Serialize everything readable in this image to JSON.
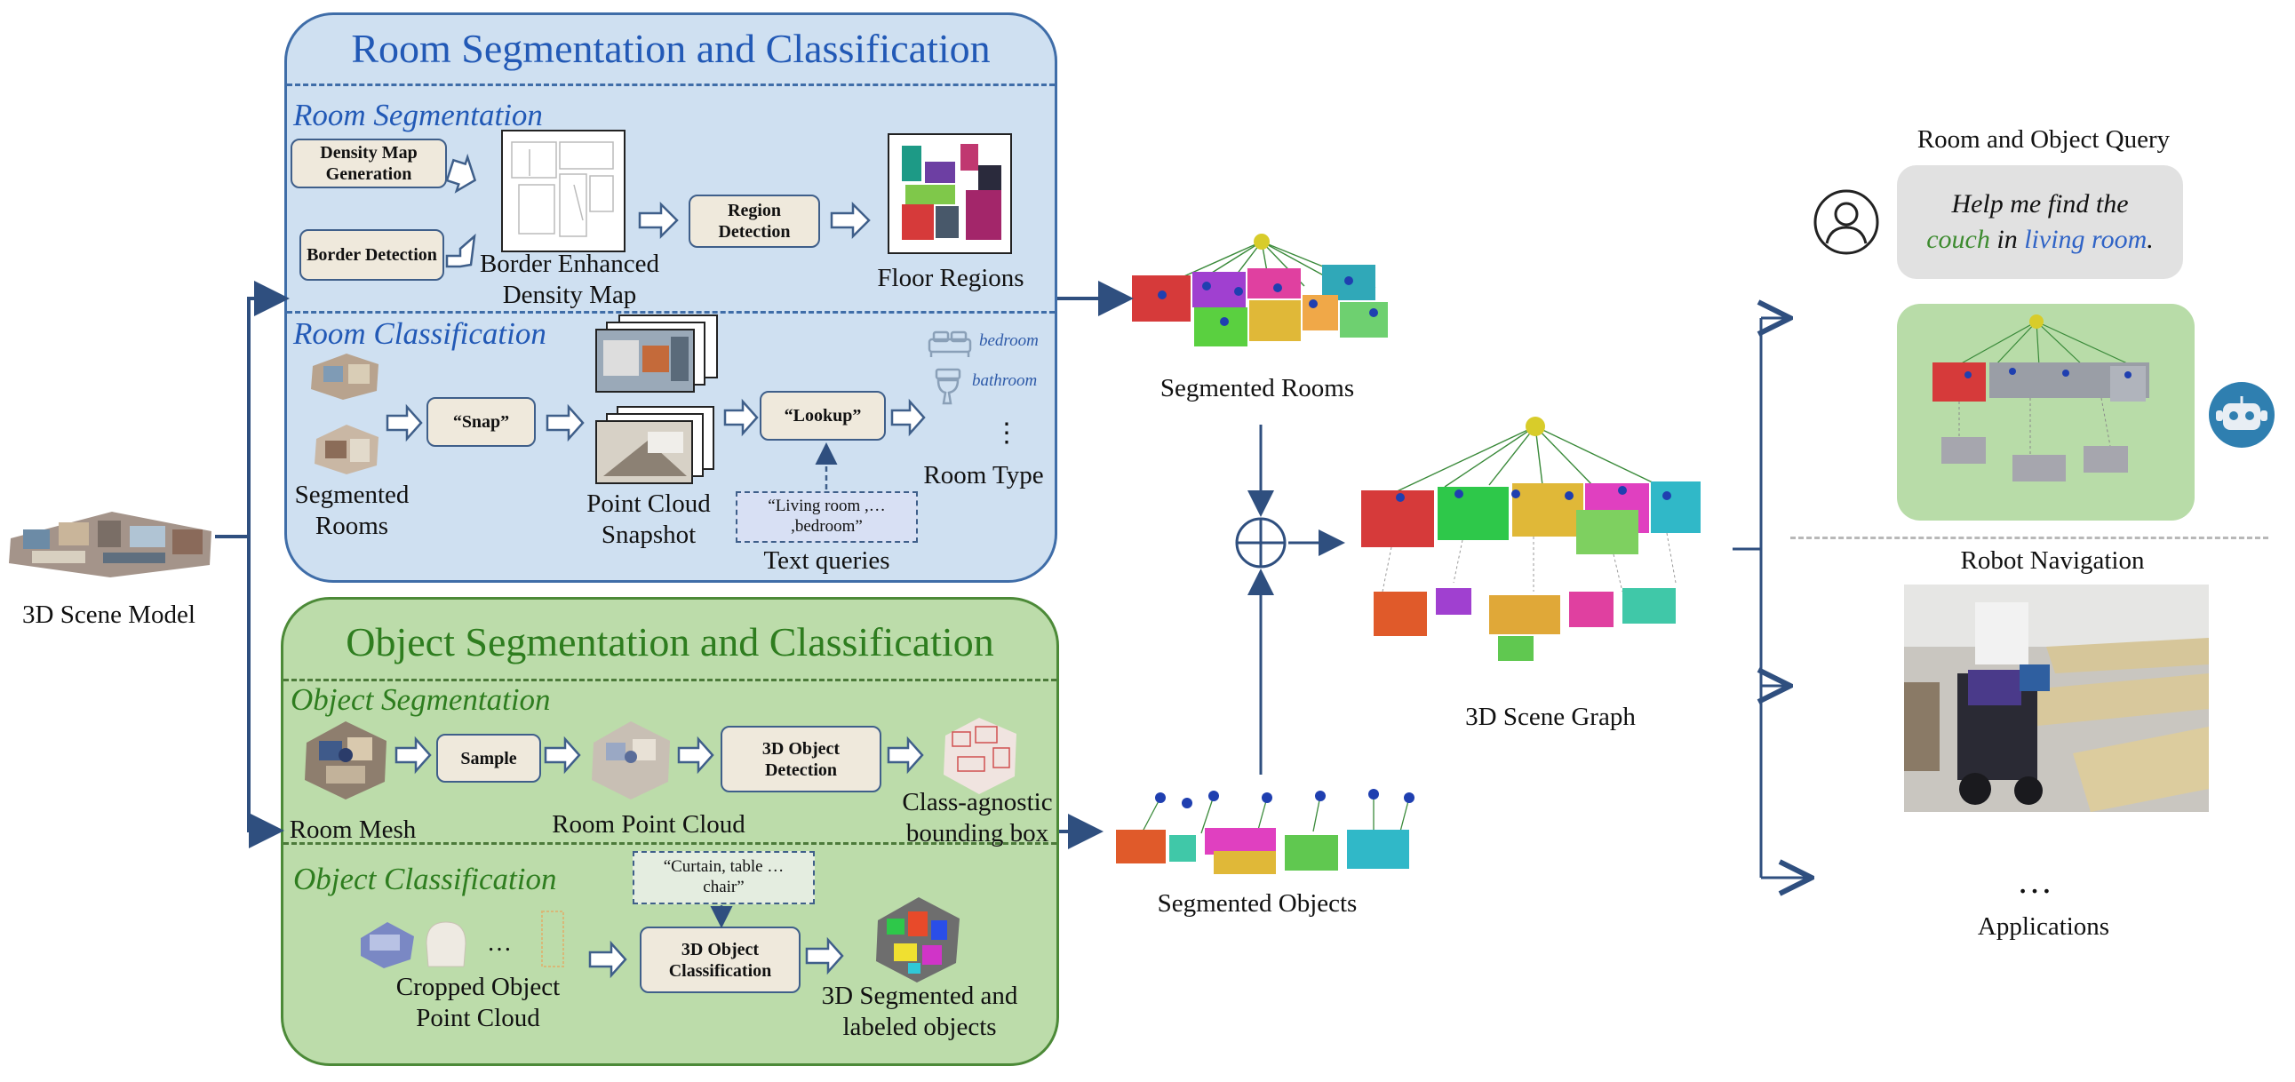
{
  "scene_model_label": "3D Scene Model",
  "room_panel": {
    "title": "Room Segmentation and Classification",
    "segmentation": {
      "title": "Room Segmentation",
      "box_density": "Density Map Generation",
      "box_border": "Border Detection",
      "box_region": "Region Detection",
      "label_border_density": "Border Enhanced\nDensity Map",
      "label_floor_regions": "Floor Regions"
    },
    "classification": {
      "title": "Room Classification",
      "box_snap": "“Snap”",
      "box_lookup": "“Lookup”",
      "label_segmented_rooms": "Segmented\nRooms",
      "label_snapshot": "Point Cloud\nSnapshot",
      "label_text_queries": "Text queries",
      "query_text": "“Living room ,…\n,bedroom”",
      "label_room_type": "Room Type",
      "room_types": [
        "bedroom",
        "bathroom"
      ],
      "ellipsis": "⋮"
    }
  },
  "object_panel": {
    "title": "Object Segmentation and Classification",
    "segmentation": {
      "title": "Object Segmentation",
      "box_sample": "Sample",
      "box_detection": "3D Object Detection",
      "label_room_mesh": "Room Mesh",
      "label_room_pc": "Room Point Cloud",
      "label_bbox": "Class-agnostic\nbounding box"
    },
    "classification": {
      "title": "Object Classification",
      "query_text": "“Curtain, table …\nchair”",
      "box_classification": "3D Object Classification",
      "label_cropped": "Cropped Object\nPoint Cloud",
      "label_labeled": "3D Segmented and\nlabeled objects",
      "ellipsis": "…"
    }
  },
  "middle": {
    "segmented_rooms": "Segmented Rooms",
    "segmented_objects": "Segmented Objects",
    "scene_graph": "3D Scene Graph"
  },
  "applications": {
    "query_title": "Room and Object Query",
    "bubble_line1": "Help me find the",
    "bubble_word_couch": "couch",
    "bubble_word_in": "in",
    "bubble_word_living": "living room",
    "bubble_period": ".",
    "robot_nav": "Robot Navigation",
    "more": "…",
    "apps_label": "Applications"
  },
  "colors": {
    "room_panel_bg": "#cfe0f1",
    "object_panel_bg": "#bcdcaa",
    "arrow": "#2f4f7f",
    "title_blue": "#2259b6",
    "title_green": "#2e7d1f",
    "couch_green": "#3d8b2f",
    "living_blue": "#2f63c6"
  }
}
